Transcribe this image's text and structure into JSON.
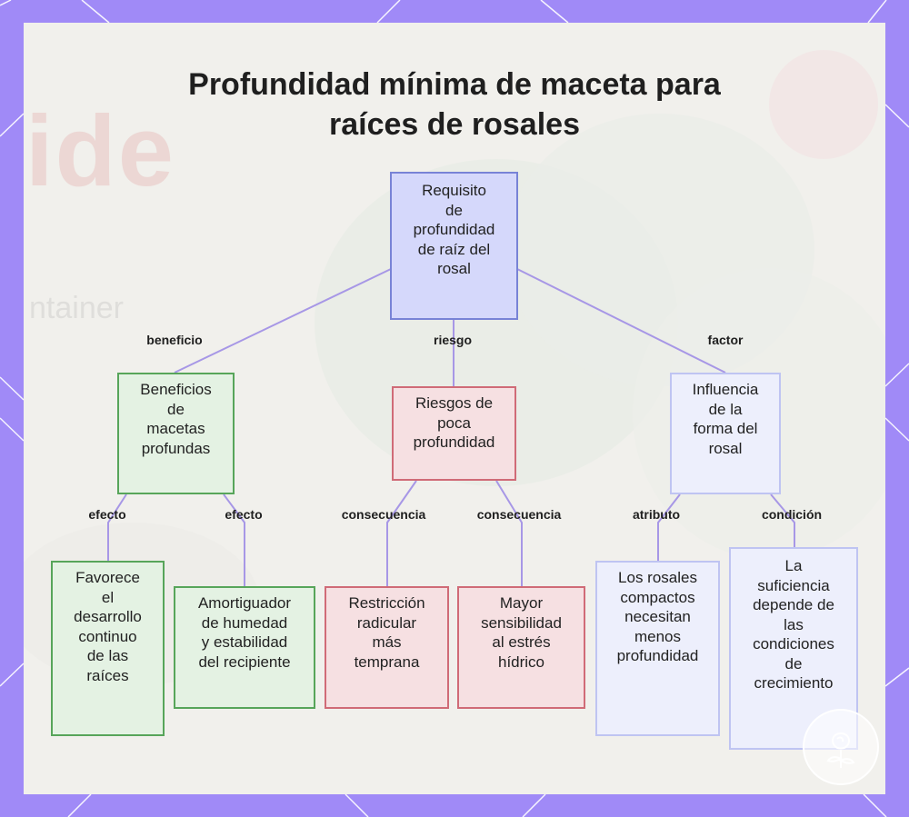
{
  "title": [
    "Profundidad mínima de maceta para",
    "raíces de rosales"
  ],
  "background_text": {
    "large": "ide",
    "small": "ntainer"
  },
  "colors": {
    "frame": "#a08af7",
    "root_fill": "#d5d8fb",
    "root_border": "#7883d6",
    "green_fill": "#e4f2e3",
    "green_border": "#57a55a",
    "red_fill": "#f6e0e2",
    "red_border": "#d06b77",
    "blue_fill": "#edeffc",
    "blue_border": "#bfc4f2",
    "edge": "#a797e6"
  },
  "nodes": {
    "root": [
      "Requisito",
      "de",
      "profundidad",
      "de raíz del",
      "rosal"
    ],
    "benefits": [
      "Beneficios",
      "de",
      "macetas",
      "profundas"
    ],
    "risks": [
      "Riesgos de",
      "poca",
      "profundidad"
    ],
    "shape": [
      "Influencia",
      "de la",
      "forma del",
      "rosal"
    ],
    "growth": [
      "Favorece",
      "el",
      "desarrollo",
      "continuo",
      "de las",
      "raíces"
    ],
    "buffer": [
      "Amortiguador",
      "de humedad",
      "y estabilidad",
      "del recipiente"
    ],
    "restriction": [
      "Restricción",
      "radicular",
      "más",
      "temprana"
    ],
    "sensitivity": [
      "Mayor",
      "sensibilidad",
      "al estrés",
      "hídrico"
    ],
    "compact": [
      "Los rosales",
      "compactos",
      "necesitan",
      "menos",
      "profundidad"
    ],
    "sufficiency": [
      "La",
      "suficiencia",
      "depende de",
      "las",
      "condiciones",
      "de",
      "crecimiento"
    ]
  },
  "edge_labels": {
    "beneficio": "beneficio",
    "riesgo": "riesgo",
    "factor": "factor",
    "efecto_1": "efecto",
    "efecto_2": "efecto",
    "consecuencia_1": "consecuencia",
    "consecuencia_2": "consecuencia",
    "atributo": "atributo",
    "condicion": "condición"
  }
}
